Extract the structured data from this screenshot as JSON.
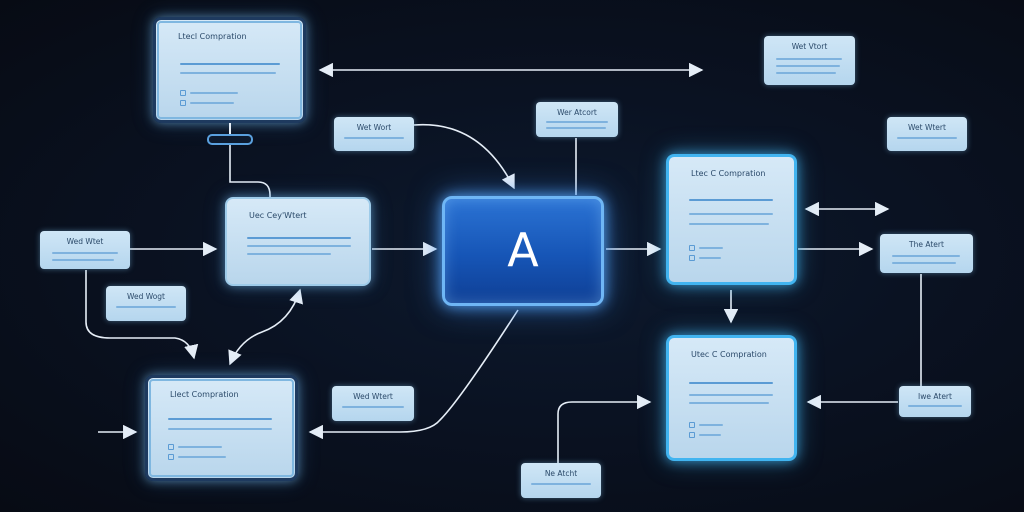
{
  "colors": {
    "background": "#0a1222",
    "connector": "#e6eef7",
    "card_fill": "#cfe4f5",
    "card_accent": "#5b9bd4",
    "central_fill": "#1c5fc4",
    "central_glow": "#6fb6f5",
    "cyan_border": "#41b4f0"
  },
  "central": {
    "letter": "A"
  },
  "cards": {
    "top_left": {
      "title": "Ltecl Compration"
    },
    "middle_left": {
      "title": "Uec Cey'Wtert"
    },
    "bottom_left": {
      "title": "Llect Compration"
    },
    "right_top": {
      "title": "Ltec C Compration"
    },
    "right_bottom": {
      "title": "Utec C Compration"
    }
  },
  "tags": {
    "top_right": {
      "label": "Wet Vtort"
    },
    "top_center": {
      "label": "Wer Atcort"
    },
    "left_upper": {
      "label": "Wet Wort"
    },
    "far_left": {
      "label": "Wed Wtet"
    },
    "left_lower": {
      "label": "Wed Wogt"
    },
    "right_upper": {
      "label": "Wet Wtert"
    },
    "center_lower": {
      "label": "Wed Wtert"
    },
    "right_middle": {
      "label": "The Atert"
    },
    "right_lower": {
      "label": "Iwe Atert"
    },
    "bottom_center": {
      "label": "Ne Atcht"
    }
  }
}
